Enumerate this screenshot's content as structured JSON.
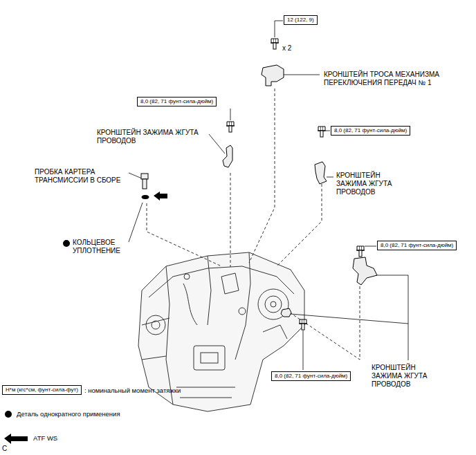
{
  "diagram": {
    "nodes": [
      {
        "text": [
          "12 (122, 9)"
        ]
      },
      {
        "text": [
          "8,0 (82, 71 фунт-сила-дюйм)"
        ]
      },
      {
        "text": [
          "8,0 (82, 71 фунт-сила-дюйм)"
        ]
      },
      {
        "text": [
          "8,0 (82, 71 фунт-сила-дюйм)"
        ]
      },
      {
        "text": [
          "8,0 (82, 71 фунт-сила-дюйм)"
        ]
      },
      {
        "text": [
          "Н*м (кгс*см, фунт-сила-фут)"
        ]
      }
    ],
    "labels": [
      "x 2",
      "КРОНШТЕЙН ТРОСА МЕХАНИЗМА ПЕРЕКЛЮЧЕНИЯ ПЕРЕДАЧ № 1",
      "КРОНШТЕЙН ЗАЖИМА ЖГУТА ПРОВОДОВ",
      "КРОНШТЕЙН ЗАЖИМА ЖГУТА ПРОВОДОВ",
      "ПРОБКА КАРТЕРА ТРАНСМИССИИ В СБОРЕ",
      "КОЛЬЦЕВОЕ УПЛОТНЕНИЕ",
      "КРОНШТЕЙН ЗАЖИМА ЖГУТА ПРОВОДОВ",
      "C"
    ],
    "legend": [
      {
        "text": ": номинальный момент затяжки"
      },
      {
        "text": "Деталь однократного применения"
      },
      {
        "text": "ATF WS"
      }
    ]
  }
}
